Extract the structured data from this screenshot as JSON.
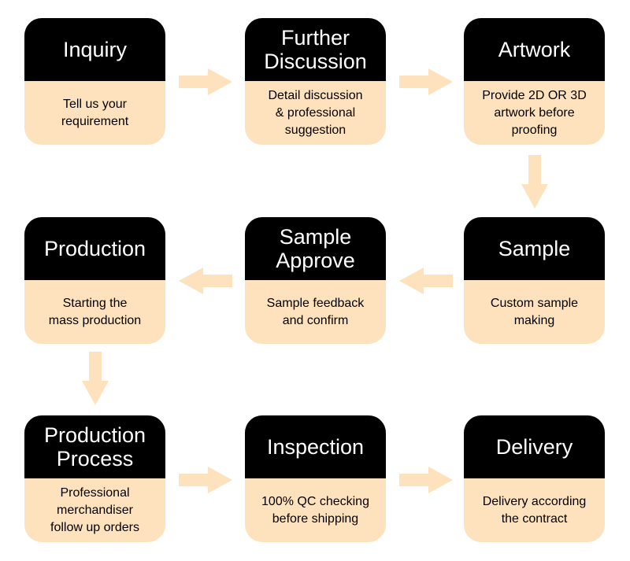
{
  "colors": {
    "header_bg": "#000000",
    "header_text": "#ffffff",
    "body_bg": "#fde2bd",
    "arrow": "#fde2bd"
  },
  "steps": [
    {
      "title": "Inquiry",
      "desc": "Tell us your\nrequirement"
    },
    {
      "title": "Further\nDiscussion",
      "desc": "Detail discussion\n& professional\nsuggestion"
    },
    {
      "title": "Artwork",
      "desc": "Provide 2D OR 3D\nartwork before\nproofing"
    },
    {
      "title": "Sample",
      "desc": "Custom sample\nmaking"
    },
    {
      "title": "Sample\nApprove",
      "desc": "Sample feedback\nand confirm"
    },
    {
      "title": "Production",
      "desc": "Starting the\nmass production"
    },
    {
      "title": "Production\nProcess",
      "desc": "Professional\nmerchandiser\nfollow up orders"
    },
    {
      "title": "Inspection",
      "desc": "100% QC checking\nbefore shipping"
    },
    {
      "title": "Delivery",
      "desc": "Delivery according\nthe contract"
    }
  ],
  "arrows": [
    {
      "from": "Inquiry",
      "to": "Further Discussion",
      "direction": "right"
    },
    {
      "from": "Further Discussion",
      "to": "Artwork",
      "direction": "right"
    },
    {
      "from": "Artwork",
      "to": "Sample",
      "direction": "down"
    },
    {
      "from": "Sample",
      "to": "Sample Approve",
      "direction": "left"
    },
    {
      "from": "Sample Approve",
      "to": "Production",
      "direction": "left"
    },
    {
      "from": "Production",
      "to": "Production Process",
      "direction": "down"
    },
    {
      "from": "Production Process",
      "to": "Inspection",
      "direction": "right"
    },
    {
      "from": "Inspection",
      "to": "Delivery",
      "direction": "right"
    }
  ]
}
